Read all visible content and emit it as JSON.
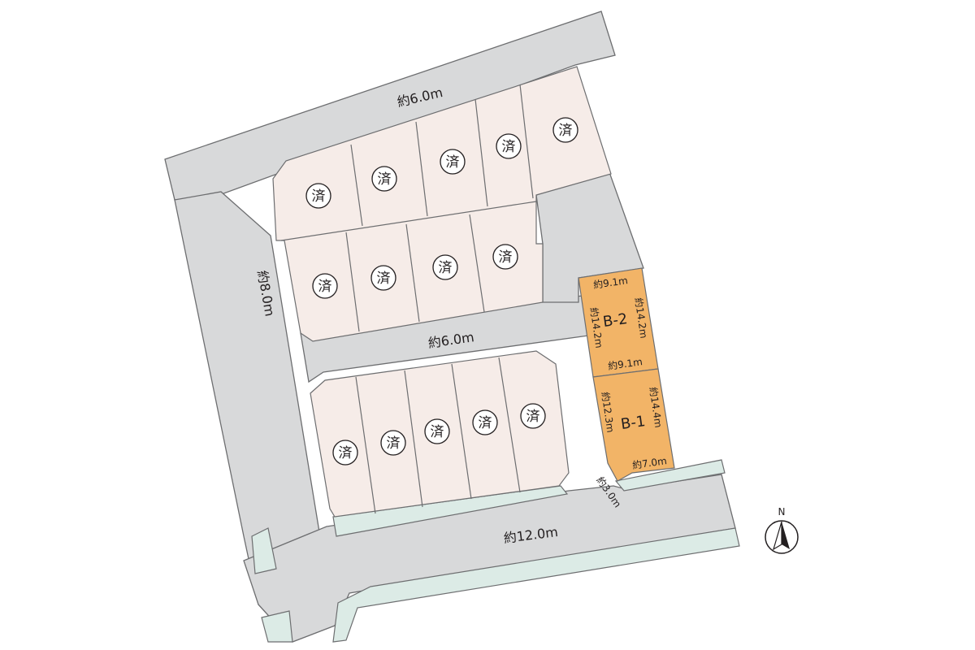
{
  "map": {
    "roads": {
      "north": "約6.0m",
      "west": "約8.0m",
      "middle": "約6.0m",
      "south": "約12.0m",
      "corner": "約3.0m"
    },
    "sold_mark": "済",
    "sold_lot_count": 14,
    "lots_available": [
      {
        "id": "B-2",
        "edges": {
          "top": "約9.1m",
          "bottom": "約9.1m",
          "left": "約14.2m",
          "right": "約14.2m"
        }
      },
      {
        "id": "B-1",
        "edges": {
          "left": "約12.3m",
          "right": "約14.4m",
          "bottom": "約7.0m"
        }
      }
    ],
    "north_label": "N",
    "colors": {
      "road": "#d8d9da",
      "sold_lot": "#f6ece8",
      "available_lot": "#f2b467",
      "green_strip": "#dcebe6",
      "outline": "#6d6e70"
    }
  }
}
